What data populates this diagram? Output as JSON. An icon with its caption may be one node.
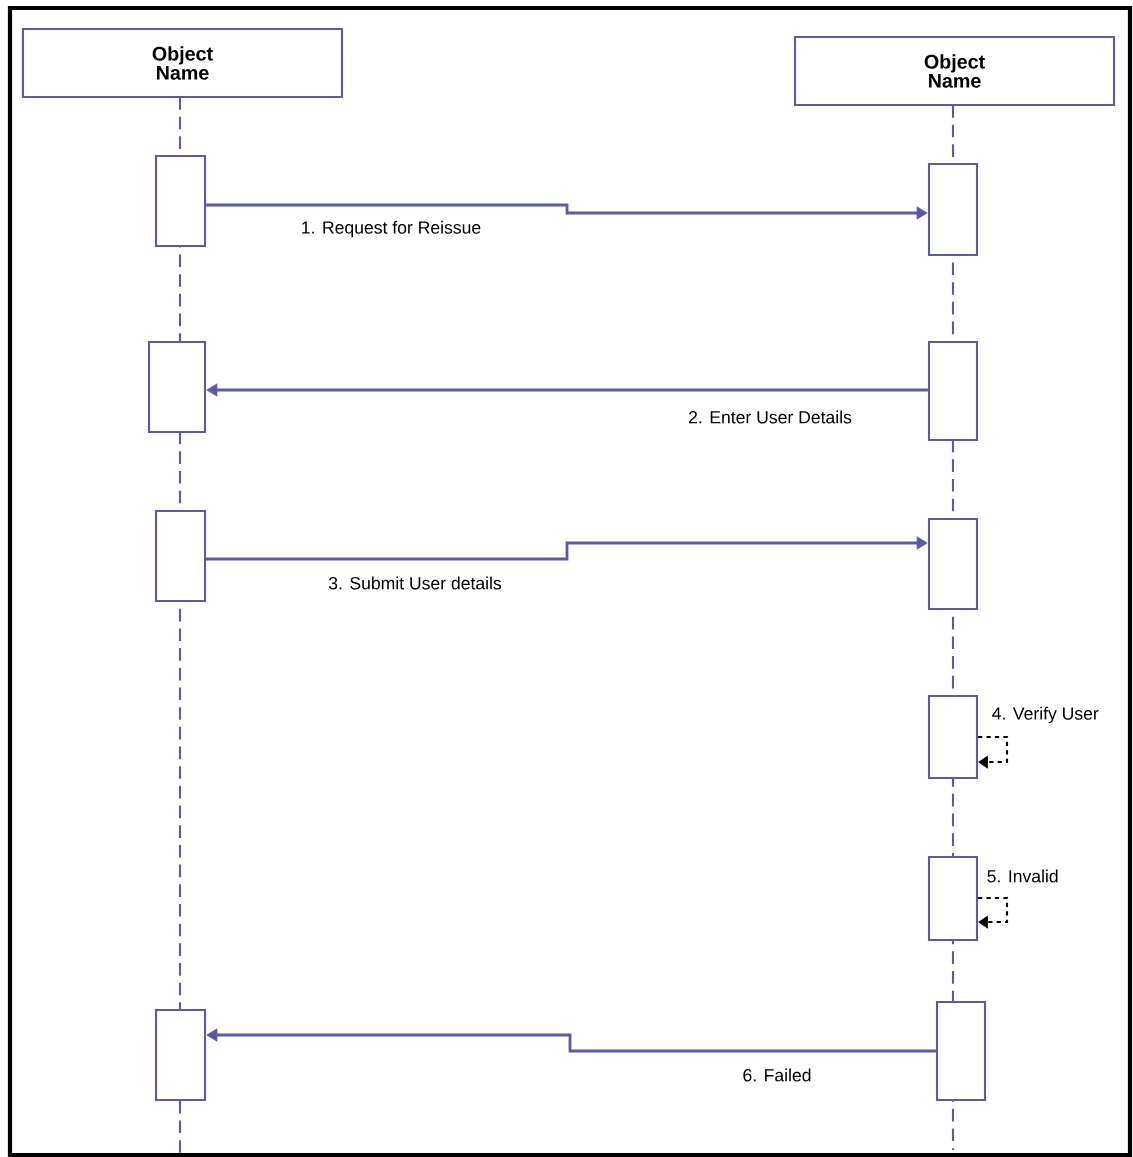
{
  "diagram": {
    "nodes": [
      {
        "text": [
          "Object Name"
        ]
      },
      {
        "text": [
          "Object Name"
        ]
      },
      {
        "text": [],
        "shape": "box"
      },
      {
        "text": [],
        "shape": "box"
      },
      {
        "text": [],
        "shape": "box"
      },
      {
        "text": [],
        "shape": "box"
      },
      {
        "text": [],
        "shape": "box"
      },
      {
        "text": [],
        "shape": "box"
      },
      {
        "text": [],
        "shape": "box"
      },
      {
        "text": [],
        "shape": "box"
      },
      {
        "text": [],
        "shape": "box"
      },
      {
        "text": [],
        "shape": "box"
      }
    ],
    "edges": [
      {
        "from": 2,
        "to": 3,
        "arrow": "to",
        "label": "1. Request for Reissue"
      },
      {
        "from": 5,
        "to": 4,
        "arrow": "to",
        "label": "2. Enter User Details"
      },
      {
        "from": 6,
        "to": 7,
        "arrow": "to",
        "label": "3. Submit User details"
      },
      {
        "from": 8,
        "to": 8,
        "arrow": "to",
        "label": "4. Verify User",
        "style": "dashed",
        "color": "#000000"
      },
      {
        "from": 9,
        "to": 9,
        "arrow": "to",
        "label": "5. Invalid",
        "style": "dashed",
        "color": "#000000"
      },
      {
        "from": 10,
        "to": 11,
        "arrow": "to",
        "label": "6. Failed"
      }
    ]
  }
}
